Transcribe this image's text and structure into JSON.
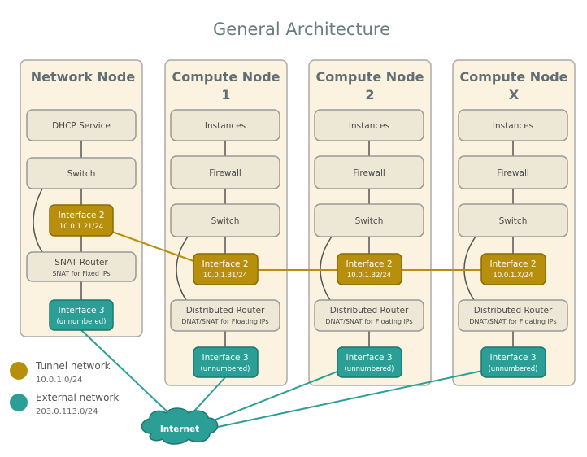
{
  "title": "General Architecture",
  "colors": {
    "tunnel": "#b88f0c",
    "external": "#2b9e96",
    "node_fill": "#fbf3df",
    "node_stroke": "#aaaaaa",
    "box_fill": "#ede7d6",
    "box_stroke": "#999999"
  },
  "network_node": {
    "title": "Network Node",
    "dhcp": "DHCP Service",
    "switch": "Switch",
    "tunnel_iface": {
      "name": "Interface 2",
      "addr": "10.0.1.21/24"
    },
    "snat_router": {
      "name": "SNAT Router",
      "sub": "SNAT for Fixed IPs"
    },
    "external_iface": {
      "name": "Interface 3",
      "addr": "(unnumbered)"
    }
  },
  "compute_nodes": [
    {
      "title_line1": "Compute Node",
      "title_line2": "1",
      "instances": "Instances",
      "firewall": "Firewall",
      "switch": "Switch",
      "tunnel_iface": {
        "name": "Interface 2",
        "addr": "10.0.1.31/24"
      },
      "router": {
        "name": "Distributed Router",
        "sub": "DNAT/SNAT for Floating IPs"
      },
      "external_iface": {
        "name": "Interface 3",
        "addr": "(unnumbered)"
      }
    },
    {
      "title_line1": "Compute Node",
      "title_line2": "2",
      "instances": "Instances",
      "firewall": "Firewall",
      "switch": "Switch",
      "tunnel_iface": {
        "name": "Interface 2",
        "addr": "10.0.1.32/24"
      },
      "router": {
        "name": "Distributed Router",
        "sub": "DNAT/SNAT for Floating IPs"
      },
      "external_iface": {
        "name": "Interface 3",
        "addr": "(unnumbered)"
      }
    },
    {
      "title_line1": "Compute Node",
      "title_line2": "X",
      "instances": "Instances",
      "firewall": "Firewall",
      "switch": "Switch",
      "tunnel_iface": {
        "name": "Interface 2",
        "addr": "10.0.1.X/24"
      },
      "router": {
        "name": "Distributed Router",
        "sub": "DNAT/SNAT for Floating IPs"
      },
      "external_iface": {
        "name": "Interface 3",
        "addr": "(unnumbered)"
      }
    }
  ],
  "internet": "Internet",
  "legend": [
    {
      "label": "Tunnel network",
      "sub": "10.0.1.0/24",
      "color": "#b88f0c"
    },
    {
      "label": "External network",
      "sub": "203.0.113.0/24",
      "color": "#2b9e96"
    }
  ]
}
